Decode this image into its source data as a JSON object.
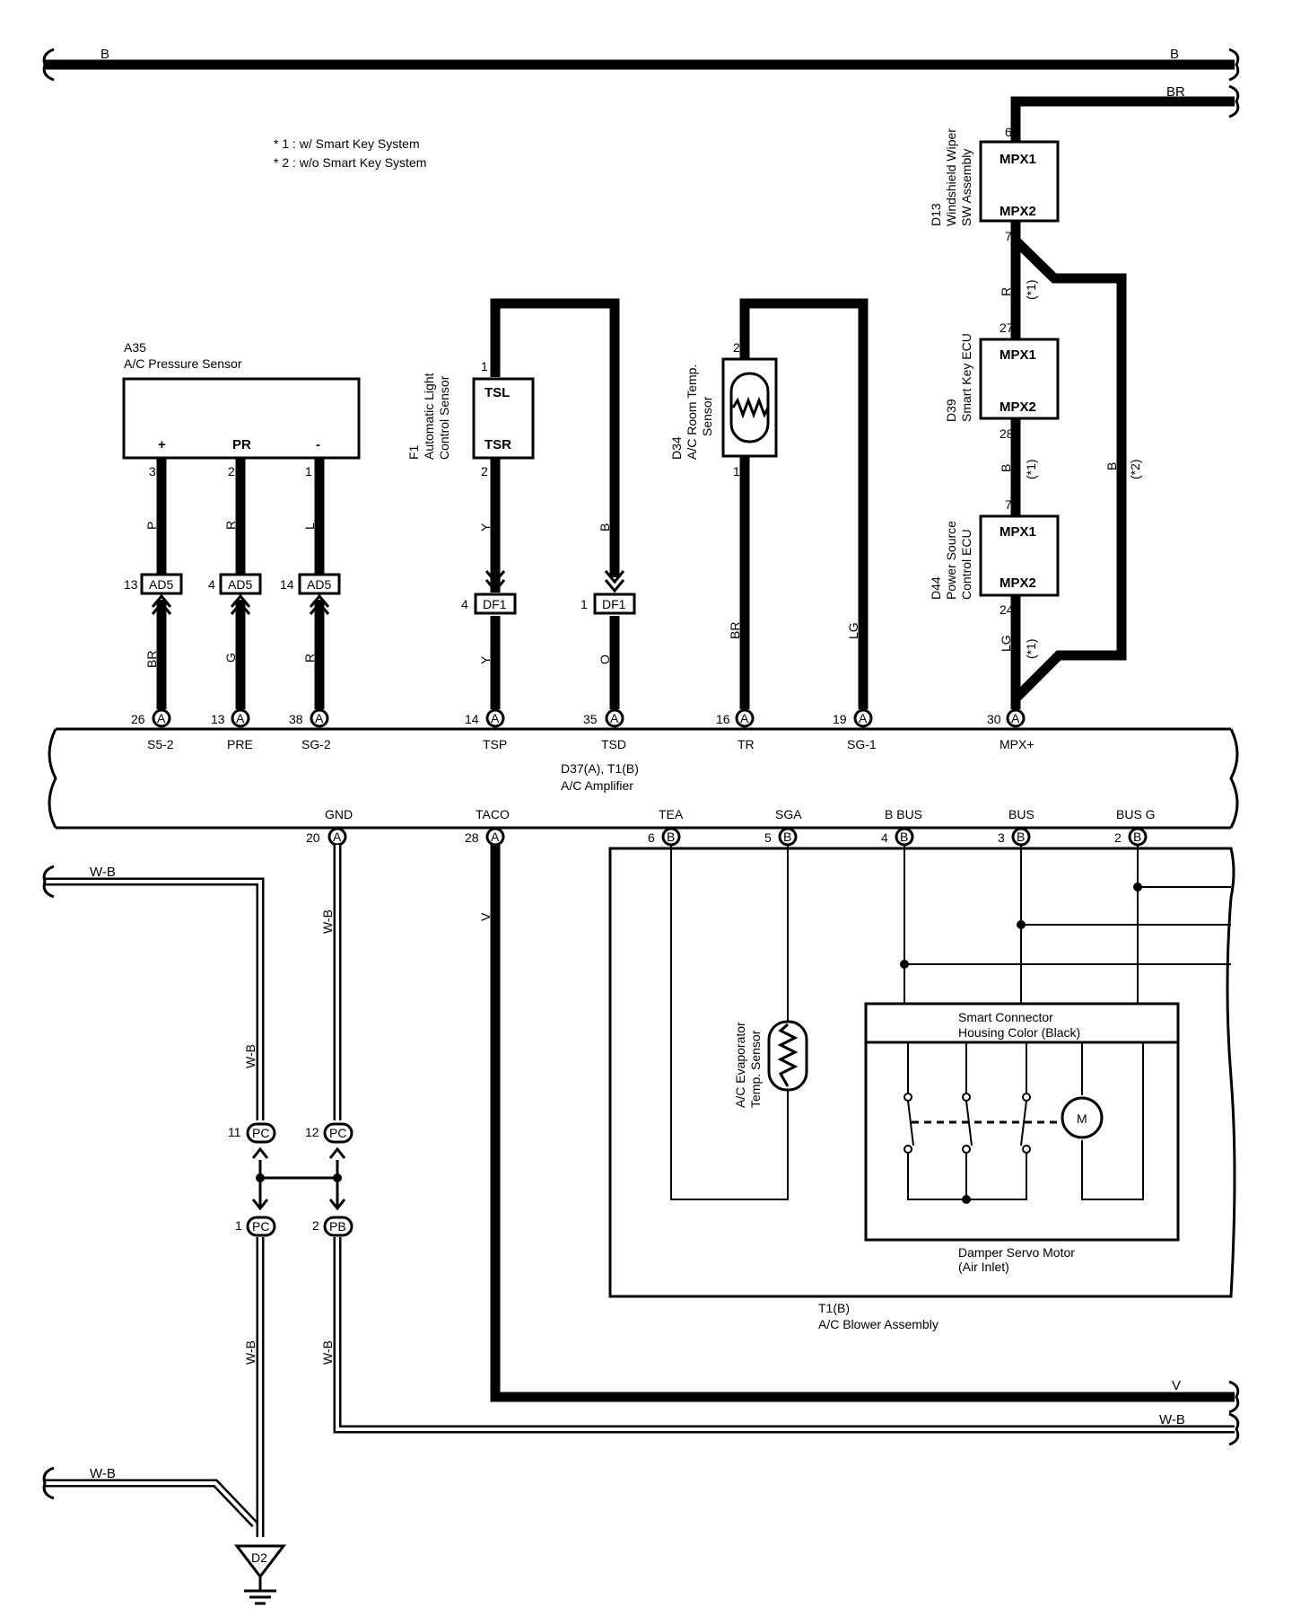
{
  "notes": [
    "* 1 : w/ Smart Key System",
    "* 2 : w/o Smart Key System"
  ],
  "wire_labels": {
    "top_left_b": "B",
    "top_right_b": "B",
    "top_right_br": "BR",
    "wb_left_top": "W-B",
    "wb_left_bottom": "W-B",
    "v_right": "V",
    "wb_right": "W-B"
  },
  "components": {
    "a35": {
      "id": "A35",
      "name": "A/C Pressure Sensor",
      "pins": [
        "+",
        "PR",
        "-"
      ],
      "pin_nums": [
        "3",
        "2",
        "1"
      ],
      "colors": [
        "P",
        "R",
        "L"
      ]
    },
    "f1": {
      "id": "F1",
      "name1": "Automatic Light",
      "name2": "Control Sensor",
      "pin_top": "TSL",
      "pin_bot": "TSR",
      "num_top": "1",
      "num_bot": "2"
    },
    "d34": {
      "id": "D34",
      "name1": "A/C Room Temp.",
      "name2": "Sensor",
      "num_top": "2",
      "num_bot": "1"
    },
    "d13": {
      "id": "D13",
      "name1": "Windshield Wiper",
      "name2": "SW Assembly",
      "pin_top": "MPX1",
      "pin_bot": "MPX2",
      "num_top": "6",
      "num_bot": "7"
    },
    "d39": {
      "id": "D39",
      "name1": "Smart Key ECU",
      "pin_top": "MPX1",
      "pin_bot": "MPX2",
      "num_top": "27",
      "num_bot": "28"
    },
    "d44": {
      "id": "D44",
      "name1": "Power Source",
      "name2": "Control ECU",
      "pin_top": "MPX1",
      "pin_bot": "MPX2",
      "num_top": "7",
      "num_bot": "24"
    }
  },
  "connectors": {
    "ad5": {
      "label": "AD5",
      "pins": [
        "13",
        "4",
        "14"
      ]
    },
    "df1": {
      "label": "DF1",
      "pins": [
        "4",
        "1"
      ]
    },
    "pc": "PC",
    "pb": "PB",
    "pc_pins": [
      "11",
      "12",
      "1",
      "2"
    ]
  },
  "wire_colors": {
    "a35_below": [
      "BR",
      "G",
      "R"
    ],
    "f1_above": "Y",
    "f1_below": "Y",
    "tsd_above": "B",
    "tsd_below": "O",
    "tr": "BR",
    "sg1": "LG",
    "d13_d39": "R",
    "d39_d44": "B",
    "d44_amp": "LG",
    "bypass": "B",
    "gnd": "W-B",
    "taco": "V",
    "pc_left_top": "W-B",
    "pc_left_bottom": "W-B",
    "pb_bottom": "W-B"
  },
  "star_marks": {
    "d13_d39": "(*1)",
    "d39_d44": "(*1)",
    "d44_amp": "(*1)",
    "bypass": "(*2)"
  },
  "amplifier": {
    "title": "D37(A), T1(B)",
    "name": "A/C Amplifier",
    "top_pins": [
      {
        "num": "26",
        "conn": "A",
        "name": "S5-2"
      },
      {
        "num": "13",
        "conn": "A",
        "name": "PRE"
      },
      {
        "num": "38",
        "conn": "A",
        "name": "SG-2"
      },
      {
        "num": "14",
        "conn": "A",
        "name": "TSP"
      },
      {
        "num": "35",
        "conn": "A",
        "name": "TSD"
      },
      {
        "num": "16",
        "conn": "A",
        "name": "TR"
      },
      {
        "num": "19",
        "conn": "A",
        "name": "SG-1"
      },
      {
        "num": "30",
        "conn": "A",
        "name": "MPX+"
      }
    ],
    "bottom_pins": [
      {
        "num": "20",
        "conn": "A",
        "name": "GND"
      },
      {
        "num": "28",
        "conn": "A",
        "name": "TACO"
      },
      {
        "num": "6",
        "conn": "B",
        "name": "TEA"
      },
      {
        "num": "5",
        "conn": "B",
        "name": "SGA"
      },
      {
        "num": "4",
        "conn": "B",
        "name": "B BUS"
      },
      {
        "num": "3",
        "conn": "B",
        "name": "BUS"
      },
      {
        "num": "2",
        "conn": "B",
        "name": "BUS G"
      }
    ]
  },
  "blower": {
    "evap1": "A/C Evaporator",
    "evap2": "Temp. Sensor",
    "smart1": "Smart Connector",
    "smart2": "Housing Color (Black)",
    "motor_symbol": "M",
    "damper1": "Damper Servo Motor",
    "damper2": "(Air Inlet)",
    "id": "T1(B)",
    "name": "A/C Blower Assembly"
  },
  "ground": {
    "id": "D2"
  }
}
